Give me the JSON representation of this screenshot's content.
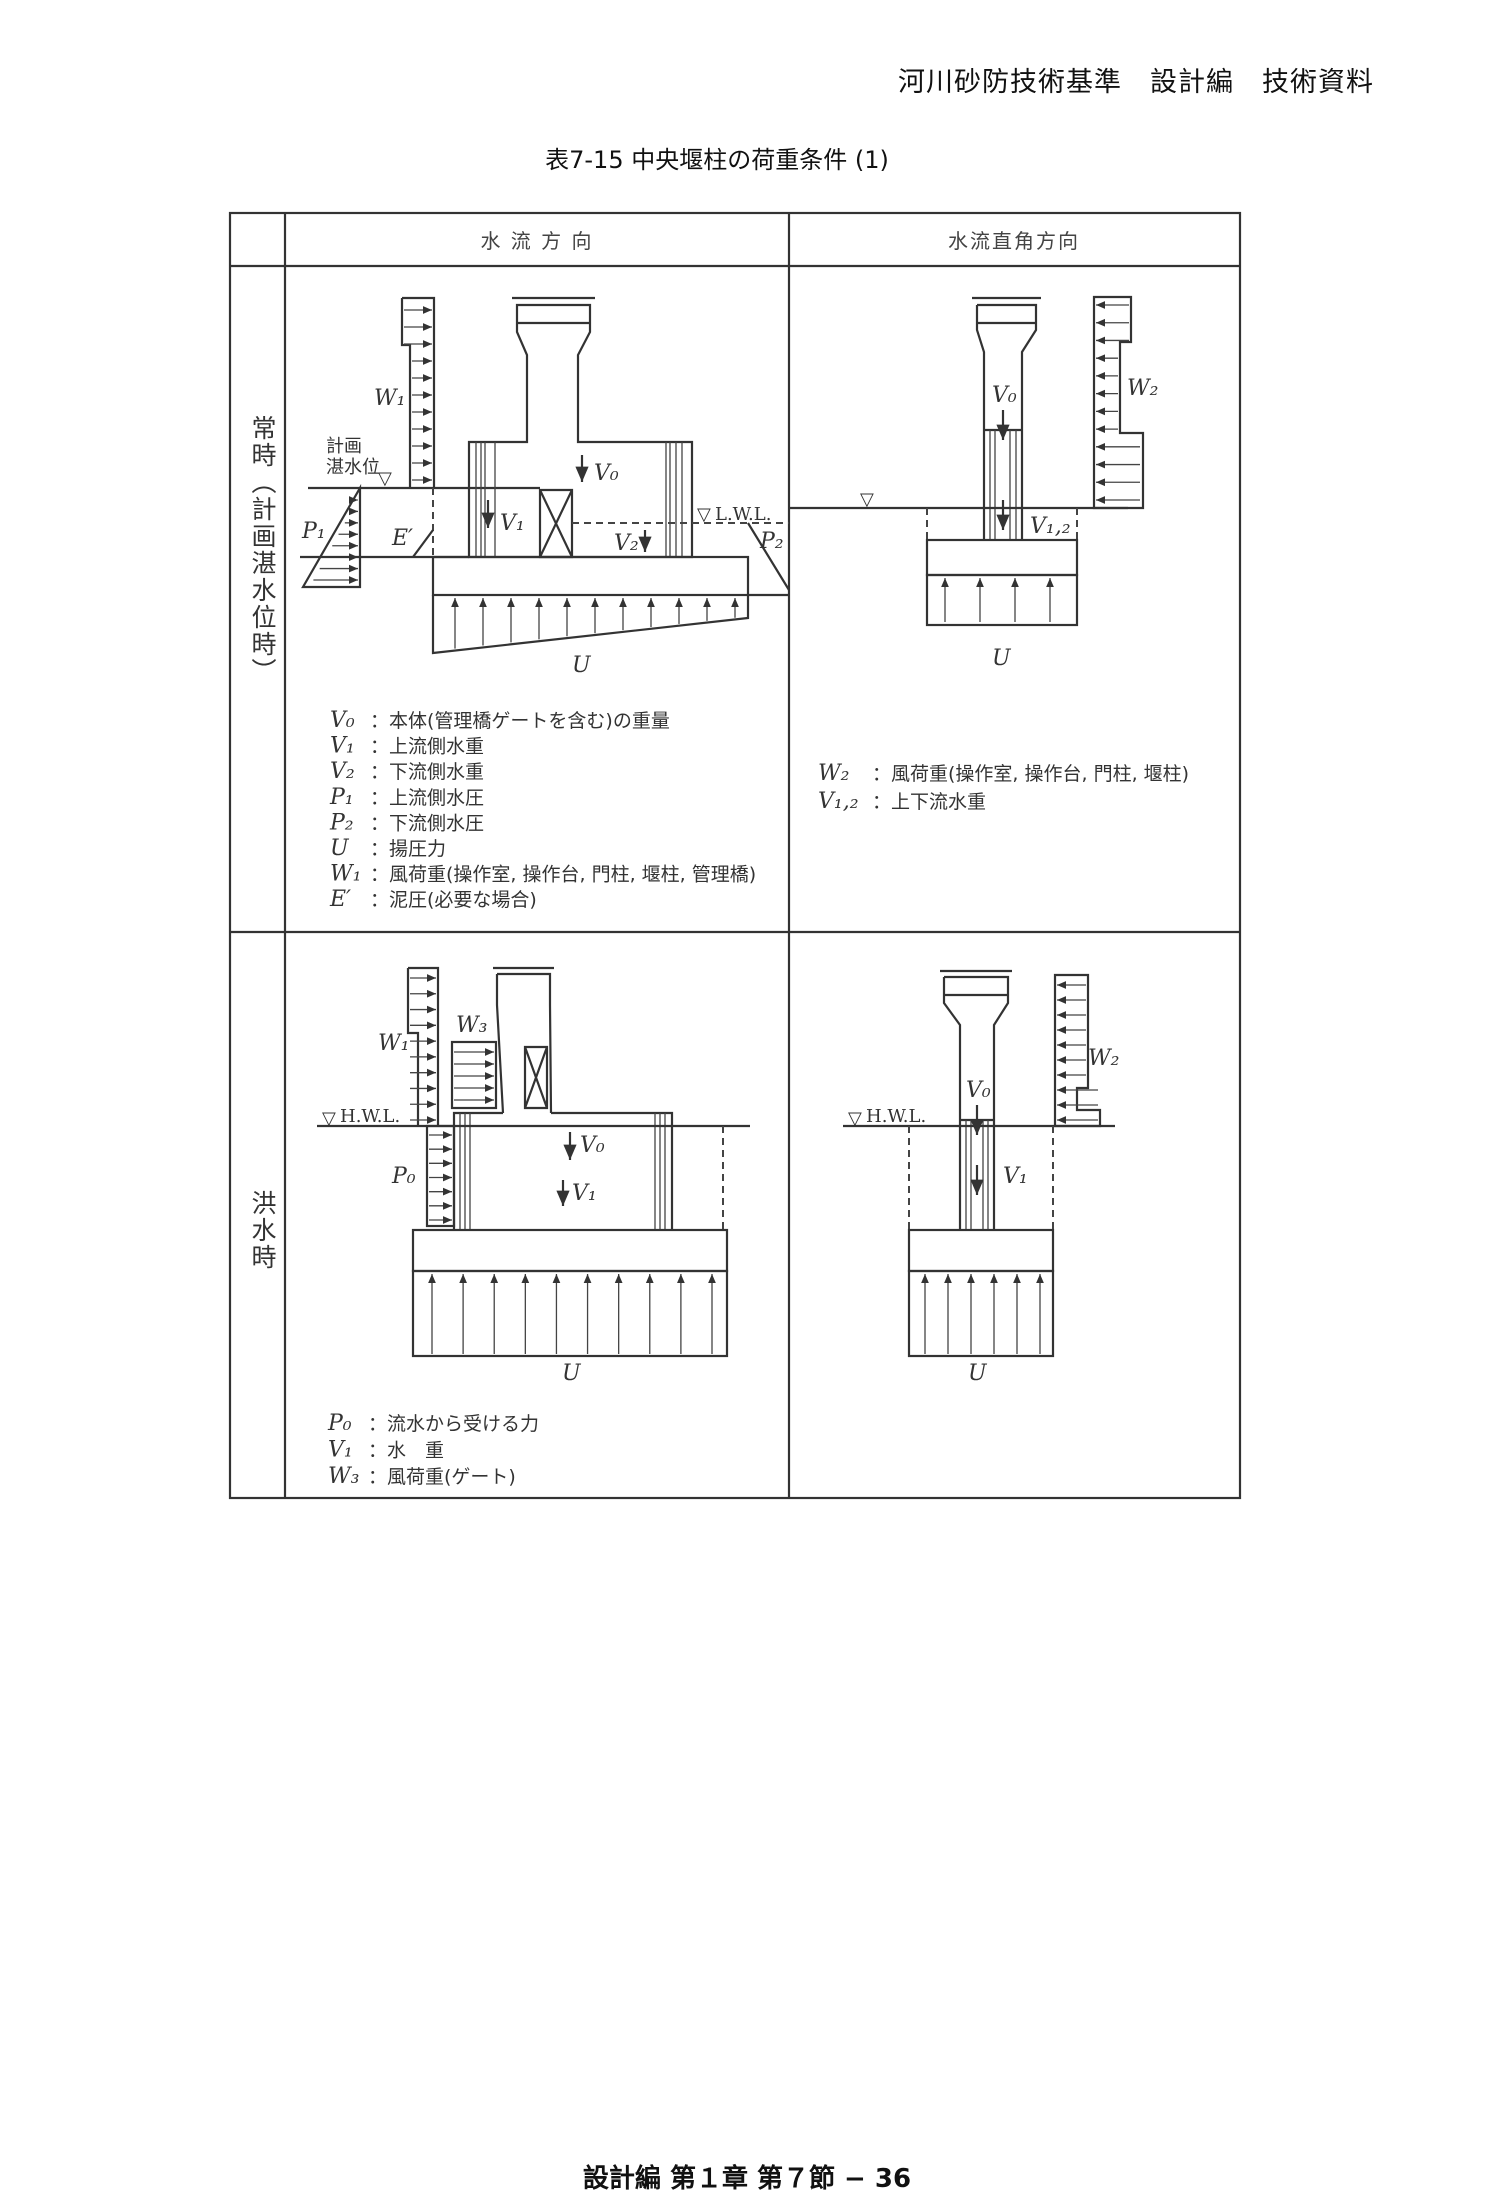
{
  "header": "河川砂防技術基準　設計編　技術資料",
  "table_title": "表7-15  中央堰柱の荷重条件 (1)",
  "footer": "設計編 第１章 第７節 − 36",
  "columns": {
    "flow": "水 流 方 向",
    "perpendicular": "水流直角方向"
  },
  "rows": {
    "normal": "常時（計画湛水位時）",
    "flood": "洪水時"
  },
  "diagram_labels": {
    "W1": "W₁",
    "W2": "W₂",
    "W3": "W₃",
    "V0": "V₀",
    "V1": "V₁",
    "V2": "V₂",
    "V12": "V₁,₂",
    "P0": "P₀",
    "P1": "P₁",
    "P2": "P₂",
    "E": "E′",
    "U": "U",
    "plan_level_1": "計画",
    "plan_level_2": "湛水位",
    "LWL": "L.W.L.",
    "HWL": "H.W.L."
  },
  "legend_normal_flow": [
    {
      "sym": "V₀",
      "desc": "：本体(管理橋ゲートを含む)の重量"
    },
    {
      "sym": "V₁",
      "desc": "：上流側水重"
    },
    {
      "sym": "V₂",
      "desc": "：下流側水重"
    },
    {
      "sym": "P₁",
      "desc": "：上流側水圧"
    },
    {
      "sym": "P₂",
      "desc": "：下流側水圧"
    },
    {
      "sym": "U",
      "desc": "：揚圧力"
    },
    {
      "sym": "W₁",
      "desc": "：風荷重(操作室, 操作台, 門柱, 堰柱, 管理橋)"
    },
    {
      "sym": "E′",
      "desc": "：泥圧(必要な場合)"
    }
  ],
  "legend_normal_perp": [
    {
      "sym": "W₂",
      "desc": "：風荷重(操作室, 操作台, 門柱, 堰柱)"
    },
    {
      "sym": "V₁,₂",
      "desc": "：上下流水重"
    }
  ],
  "legend_flood_flow": [
    {
      "sym": "P₀",
      "desc": "：流水から受ける力"
    },
    {
      "sym": "V₁",
      "desc": "：水　重"
    },
    {
      "sym": "W₃",
      "desc": "：風荷重(ゲート)"
    }
  ]
}
